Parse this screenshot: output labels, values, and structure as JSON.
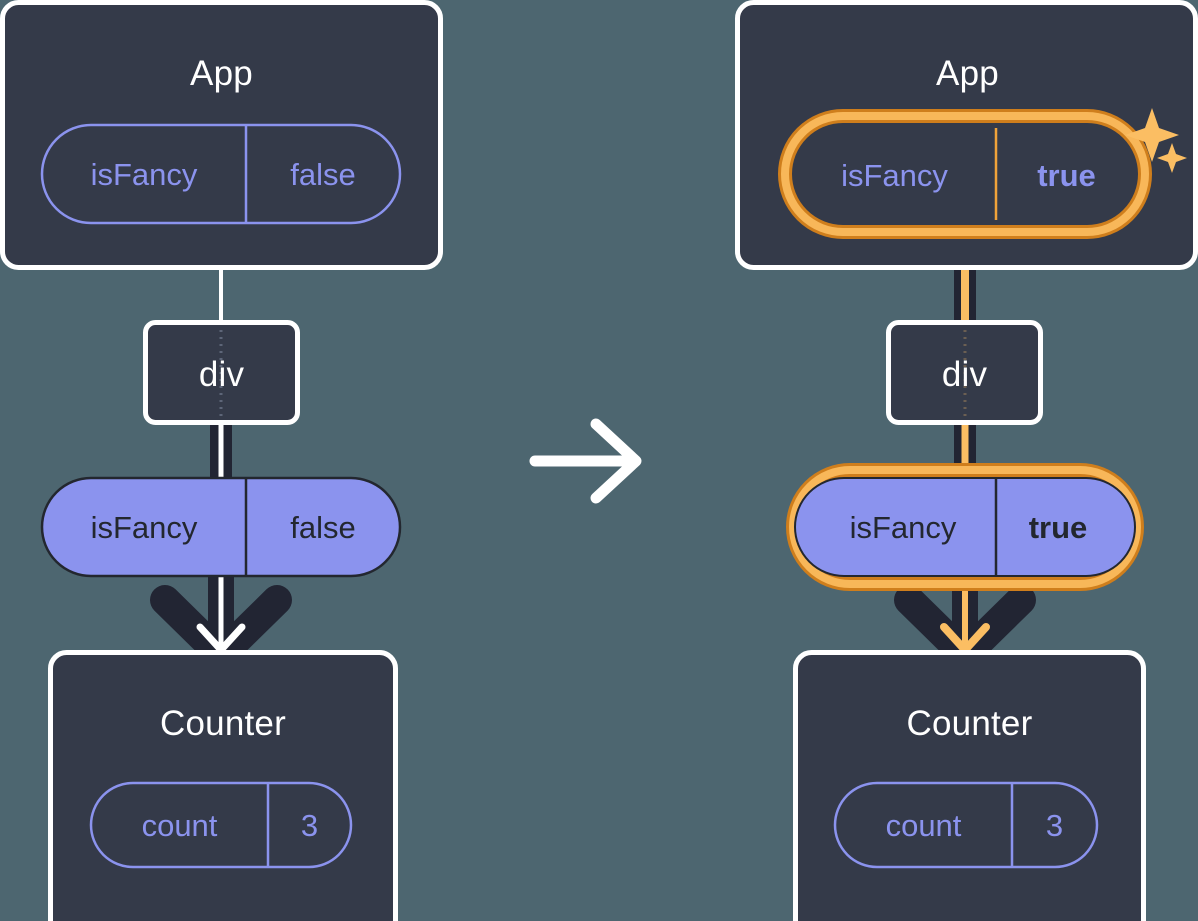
{
  "diagram": {
    "type": "react-state-propagation",
    "background_color": "#4d6670",
    "panel_color": "#343a49",
    "panel_border_color": "#ffffff",
    "pill_fill_color": "#8b93ee",
    "pill_stroke_color": "#8b93ee",
    "highlight_outer_color": "#cf7e1c",
    "highlight_inner_color": "#f8b759",
    "sparkle_color": "#fbbe63",
    "edge_dark_color": "#222533",
    "edge_white_color": "#ffffff",
    "edge_orange_color": "#fbbe63",
    "transition_arrow": "right-arrow-icon"
  },
  "left": {
    "app": {
      "title": "App",
      "prop": {
        "name": "isFancy",
        "value": "false",
        "highlighted": false
      }
    },
    "div": {
      "title": "div"
    },
    "passed_prop": {
      "name": "isFancy",
      "value": "false",
      "highlighted": false
    },
    "counter": {
      "title": "Counter",
      "state": {
        "name": "count",
        "value": "3",
        "highlighted": false
      }
    }
  },
  "right": {
    "app": {
      "title": "App",
      "prop": {
        "name": "isFancy",
        "value": "true",
        "highlighted": true
      }
    },
    "div": {
      "title": "div"
    },
    "passed_prop": {
      "name": "isFancy",
      "value": "true",
      "highlighted": true
    },
    "counter": {
      "title": "Counter",
      "state": {
        "name": "count",
        "value": "3",
        "highlighted": false
      }
    }
  }
}
